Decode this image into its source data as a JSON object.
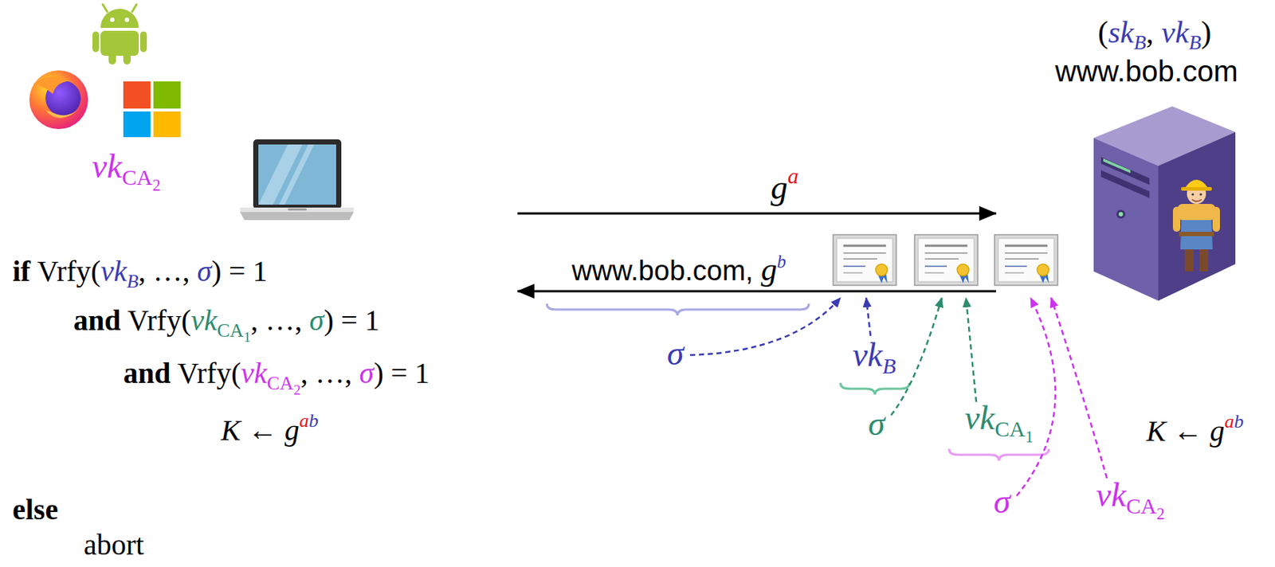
{
  "diagram": {
    "nodes": [
      {
        "text": [
          "vkCA2"
        ]
      },
      {
        "text": [
          "(skB, vkB)",
          "www.bob.com"
        ]
      }
    ],
    "edges": [
      {
        "from": 0,
        "to": 1,
        "label": "ga",
        "arrow": "to"
      },
      {
        "from": 1,
        "to": 0,
        "label": "www.bob.com, gb",
        "arrow": "to"
      }
    ],
    "labels": [
      "if Vrfy(vkB, …, σ) = 1",
      "and Vrfy(vkCA1, …, σ) = 1",
      "and Vrfy(vkCA2, …, σ) = 1",
      "K ← gab",
      "else",
      "abort",
      "σ",
      "vkB",
      "σ",
      "vkCA1",
      "σ",
      "vkCA2",
      "K ← gab"
    ]
  }
}
